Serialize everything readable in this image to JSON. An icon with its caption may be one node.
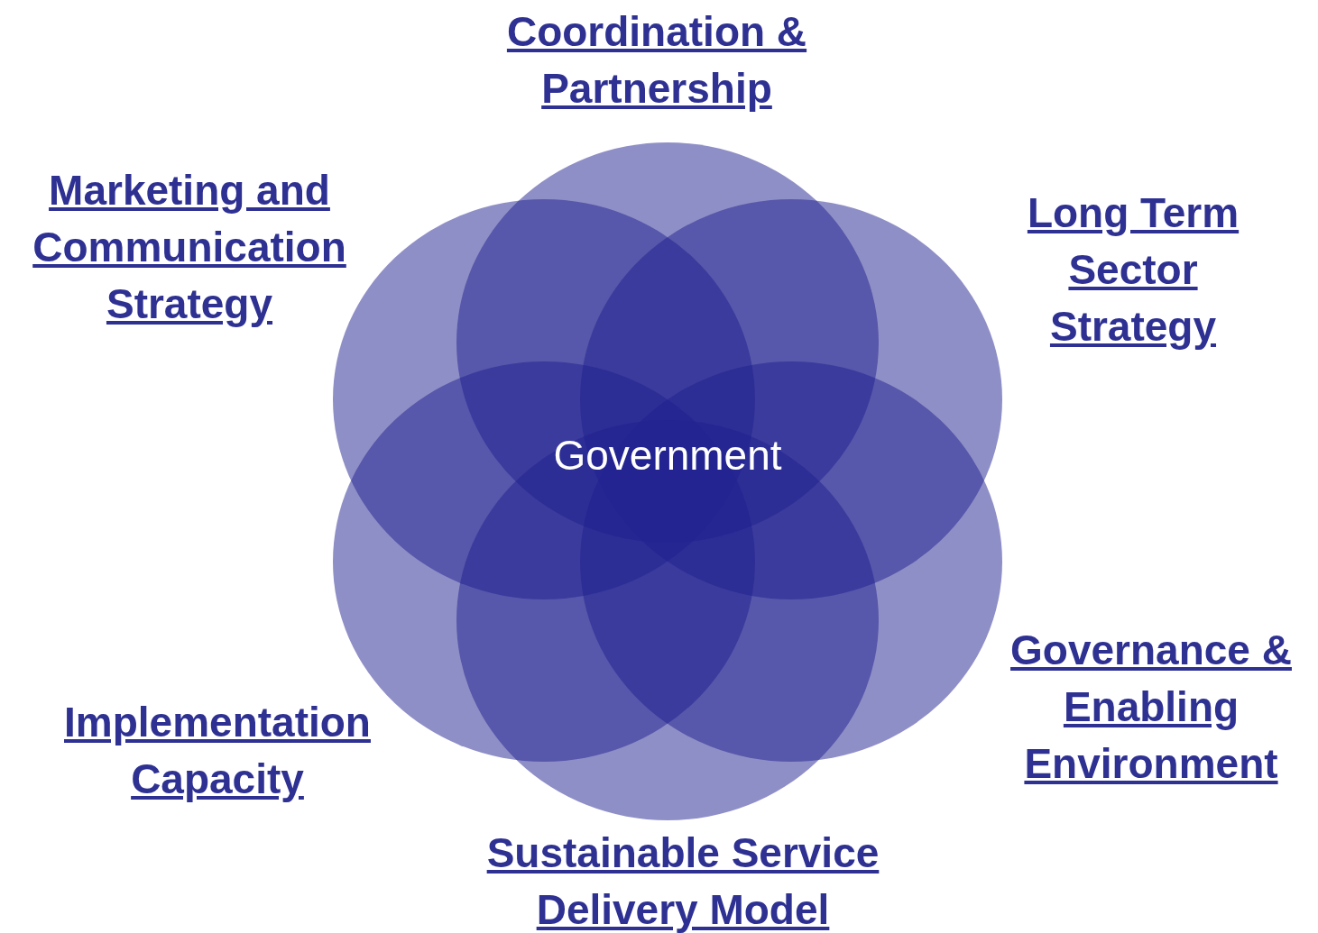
{
  "diagram": {
    "nodes": [
      {
        "text": [
          "Coordination & Partnership"
        ]
      },
      {
        "text": [
          "Marketing and Communication Strategy"
        ]
      },
      {
        "text": [
          "Long Term Sector Strategy"
        ]
      },
      {
        "text": [
          "Governance & Enabling Environment"
        ]
      },
      {
        "text": [
          "Implementation Capacity"
        ]
      },
      {
        "text": [
          "Sustainable Service Delivery Model"
        ]
      }
    ],
    "labels": [
      "Government"
    ]
  }
}
